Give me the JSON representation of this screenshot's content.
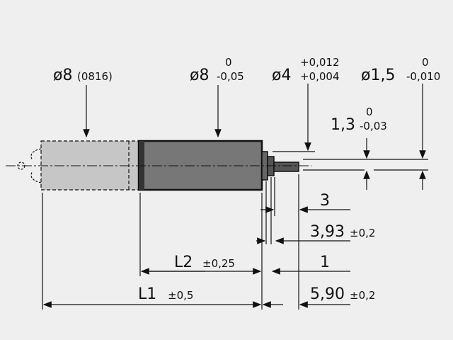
{
  "labels": {
    "d8_ghost": "ø8",
    "d8_ghost_code": "(0816)",
    "d8_main": "ø8",
    "d8_main_upper": "0",
    "d8_main_lower": "-0,05",
    "d4": "ø4",
    "d4_upper": "+0,012",
    "d4_lower": "+0,004",
    "d15": "ø1,5",
    "d15_upper": "0",
    "d15_lower": "-0,010",
    "h13": "1,3",
    "h13_upper": "0",
    "h13_lower": "-0,03",
    "dim3": "3",
    "dim393": "3,93",
    "dim393_tol": "±0,2",
    "L2": "L2",
    "L2_tol": "±0,25",
    "dim1": "1",
    "L1": "L1",
    "L1_tol": "±0,5",
    "dim590": "5,90",
    "dim590_tol": "±0,2"
  },
  "colors": {
    "ghost_body": "#c6c6c6",
    "motor_body": "#777777",
    "line": "#111111"
  }
}
